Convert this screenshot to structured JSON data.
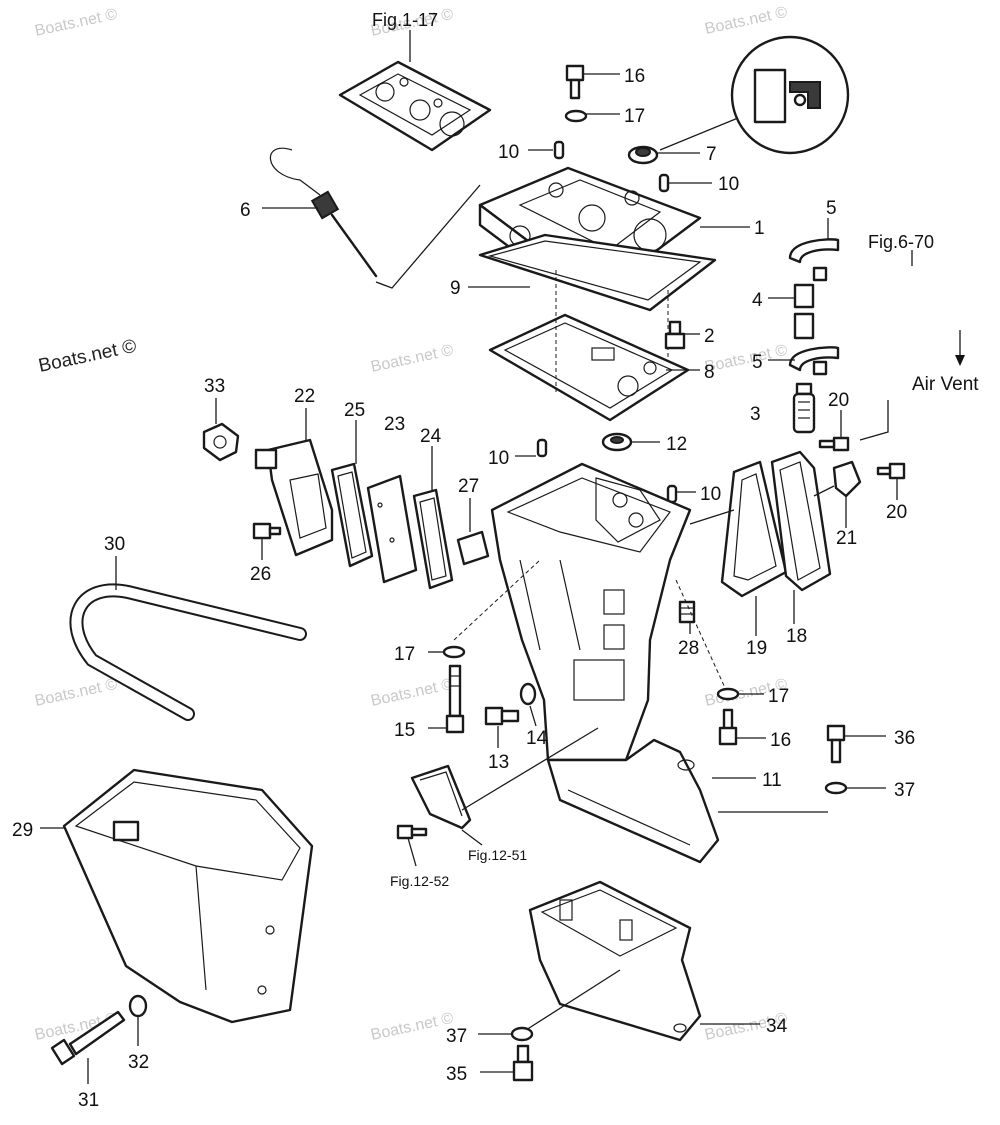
{
  "watermark": {
    "brand_strong": "Boats.net ©",
    "faint": "Boats.net ©"
  },
  "references": {
    "fig_1_17": "Fig.1-17",
    "fig_6_70": "Fig.6-70",
    "fig_12_51": "Fig.12-51",
    "fig_12_52": "Fig.12-52",
    "air_vent": "Air Vent"
  },
  "callouts": {
    "c1": "1",
    "c2": "2",
    "c3": "3",
    "c4": "4",
    "c5a": "5",
    "c5b": "5",
    "c6": "6",
    "c7": "7",
    "c8": "8",
    "c9": "9",
    "c10a": "10",
    "c10b": "10",
    "c10c": "10",
    "c10d": "10",
    "c11": "11",
    "c12": "12",
    "c13": "13",
    "c14": "14",
    "c15": "15",
    "c16a": "16",
    "c16b": "16",
    "c17a": "17",
    "c17b": "17",
    "c17c": "17",
    "c18": "18",
    "c19": "19",
    "c20a": "20",
    "c20b": "20",
    "c21": "21",
    "c22": "22",
    "c23": "23",
    "c24": "24",
    "c25": "25",
    "c26": "26",
    "c27": "27",
    "c28": "28",
    "c29": "29",
    "c30": "30",
    "c31": "31",
    "c32": "32",
    "c33": "33",
    "c34": "34",
    "c35": "35",
    "c36": "36",
    "c37a": "37",
    "c37b": "37"
  }
}
